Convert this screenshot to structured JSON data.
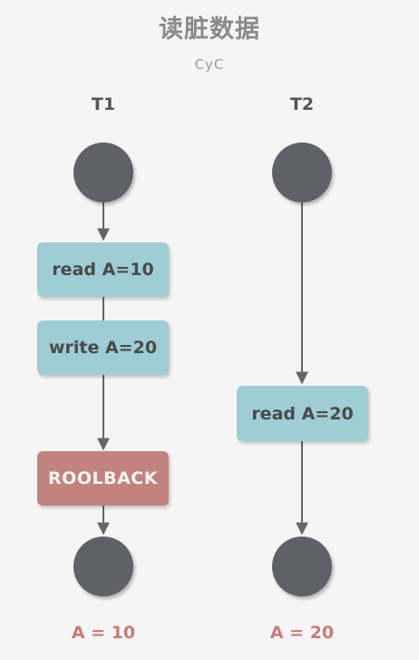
{
  "title": "读脏数据",
  "subtitle": "CyC",
  "columns": [
    {
      "label": "T1",
      "result": "A = 10"
    },
    {
      "label": "T2",
      "result": "A = 20"
    }
  ],
  "t1_steps": [
    "read A=10",
    "write A=20",
    "ROOLBACK"
  ],
  "t2_steps": [
    "read A=20"
  ],
  "colors": {
    "node": "#5e6068",
    "step": "#9ecdd5",
    "rollback": "#c2837f",
    "result": "#c87b78",
    "connector": "#666666"
  }
}
